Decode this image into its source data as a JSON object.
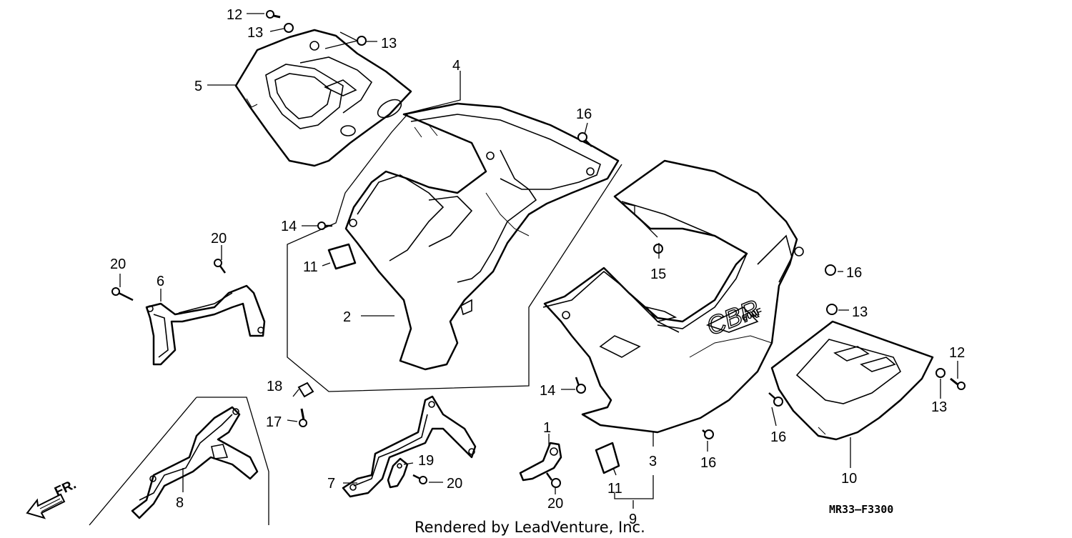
{
  "callouts": {
    "c1": "1",
    "c2": "2",
    "c3": "3",
    "c4": "4",
    "c5": "5",
    "c6": "6",
    "c7": "7",
    "c8": "8",
    "c9": "9",
    "c10": "10",
    "c11a": "11",
    "c11b": "11",
    "c12a": "12",
    "c12b": "12",
    "c13a": "13",
    "c13b": "13",
    "c13c": "13",
    "c13d": "13",
    "c14a": "14",
    "c14b": "14",
    "c15": "15",
    "c16a": "16",
    "c16b": "16",
    "c16c": "16",
    "c16d": "16",
    "c17": "17",
    "c18": "18",
    "c19": "19",
    "c20a": "20",
    "c20b": "20",
    "c20c": "20",
    "c20d": "20"
  },
  "fairing_logo": {
    "line1": "CBR",
    "line2": "600F"
  },
  "direction_label": "FR.",
  "diagram_code": "MR33—F3300",
  "footer": "Rendered by LeadVenture, Inc."
}
